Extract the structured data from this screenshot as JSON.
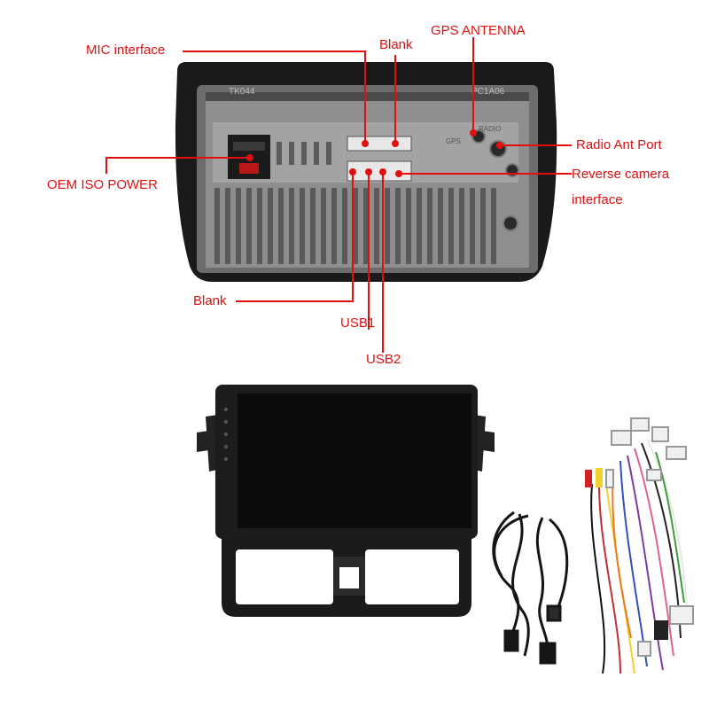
{
  "labels": {
    "mic": "MIC interface",
    "blank_top": "Blank",
    "gps": "GPS ANTENNA",
    "oem": "OEM ISO POWER",
    "radio": "Radio Ant Port",
    "reverse_line1": "Reverse camera",
    "reverse_line2": "interface",
    "blank_bottom": "Blank",
    "usb1": "USB1",
    "usb2": "USB2"
  },
  "panel_text": {
    "model_left": "TK044",
    "model_right": "PC1A06",
    "gps_mark": "GPS",
    "radio_mark": "RADIO"
  },
  "colors": {
    "callout": "#e01010",
    "frame": "#1a1a1a",
    "metal": "#8e8e8e",
    "screen": "#0c0c0c"
  },
  "icons": {
    "cables": "cable-bundle-icon",
    "harness": "wiring-harness-icon"
  }
}
